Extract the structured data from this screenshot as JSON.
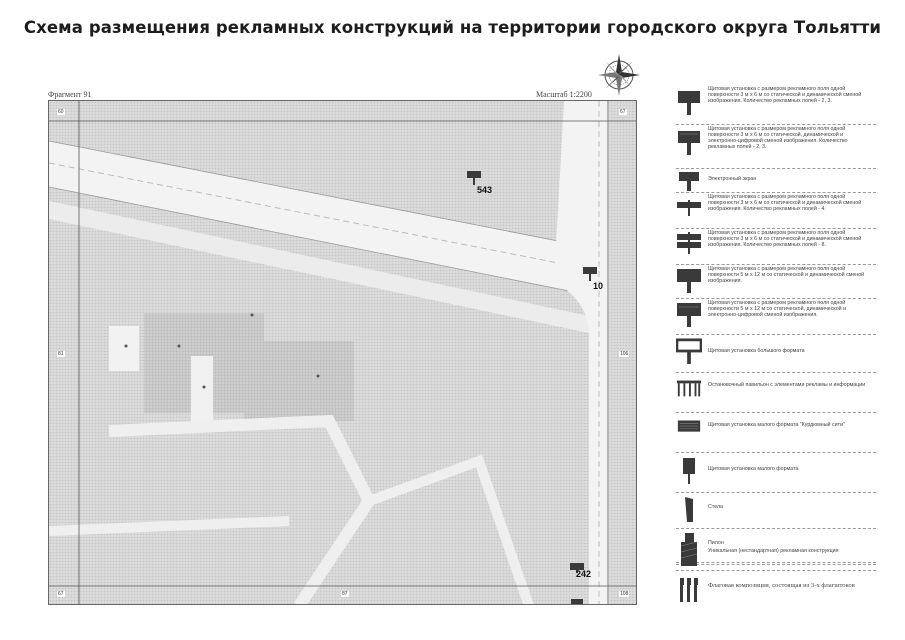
{
  "title": "Схема размещения рекламных конструкций на территории городского округа Тольятти",
  "fragment_label": "Фрагмент 91",
  "scale_label": "Масштаб 1:2200",
  "compass": {
    "icon": "compass-rose-icon"
  },
  "grid_numbers": {
    "top_left": "60",
    "top_right": "67",
    "left_mid": "81",
    "right_mid": "106",
    "bottom_left": "67",
    "bottom_mid": "87",
    "bottom_right": "108"
  },
  "map_labels": {
    "sign_543": "543",
    "sign_10": "10",
    "sign_242": "242"
  },
  "colors": {
    "map_gray": "#d6d6d6",
    "road": "#f4f4f4",
    "sign": "#3a3a3a"
  },
  "legend": [
    {
      "icon": "billboard-3x6-double-icon",
      "text": "Щитовая установка с размером рекламного поля одной поверхности 3 м х 6 м со статической и динамической сменой изображения. Количество рекламных полей - 2, 3."
    },
    {
      "icon": "billboard-3x6-digital-icon",
      "text": "Щитовая установка с размером рекламного поля одной поверхности 3 м х 6 м со статической, динамической и электронно-цифровой сменой изображения. Количество рекламных полей - 2, 3."
    },
    {
      "icon": "electronic-screen-icon",
      "text": "Электронный экран"
    },
    {
      "icon": "billboard-4-fields-icon",
      "text": "Щитовая установка с размером рекламного поля одной поверхности 3 м х 6 м со статической и динамической сменой изображения. Количество рекламных полей - 4."
    },
    {
      "icon": "billboard-8-fields-icon",
      "text": "Щитовая установка с размером рекламного поля одной поверхности 3 м х 6 м со статической и динамической сменой изображения. Количество рекламных полей - 8."
    },
    {
      "icon": "billboard-5x12-icon",
      "text": "Щитовая установка с размером рекламного поля одной поверхности 5 м х 12 м со статической и динамической сменой изображения."
    },
    {
      "icon": "billboard-5x12-digital-icon",
      "text": "Щитовая установка с размером рекламного поля одной поверхности 5 м х 12 м со статической, динамической и электронно-цифровой сменой изображения."
    },
    {
      "icon": "large-format-billboard-icon",
      "text": "Щитовая установка большого формата"
    },
    {
      "icon": "bus-stop-pavilion-icon",
      "text": "Остановочный павильон с элементами рекламы и информации"
    },
    {
      "icon": "city-format-icon",
      "text": "Щитовая установка малого формата \"Курдюмный сити\""
    },
    {
      "icon": "small-format-icon",
      "text": "Щитовая установка малого формата"
    },
    {
      "icon": "stela-icon",
      "text": "Стела"
    },
    {
      "icon": "pylon-icon",
      "text": "Пилон"
    },
    {
      "icon": "unique-construction-icon",
      "text": "Уникальная (нестандартная) рекламная конструкция"
    },
    {
      "icon": "flag-composition-icon",
      "text": "Флаговая композиция, состоящая из 3-х флагштоков"
    }
  ]
}
